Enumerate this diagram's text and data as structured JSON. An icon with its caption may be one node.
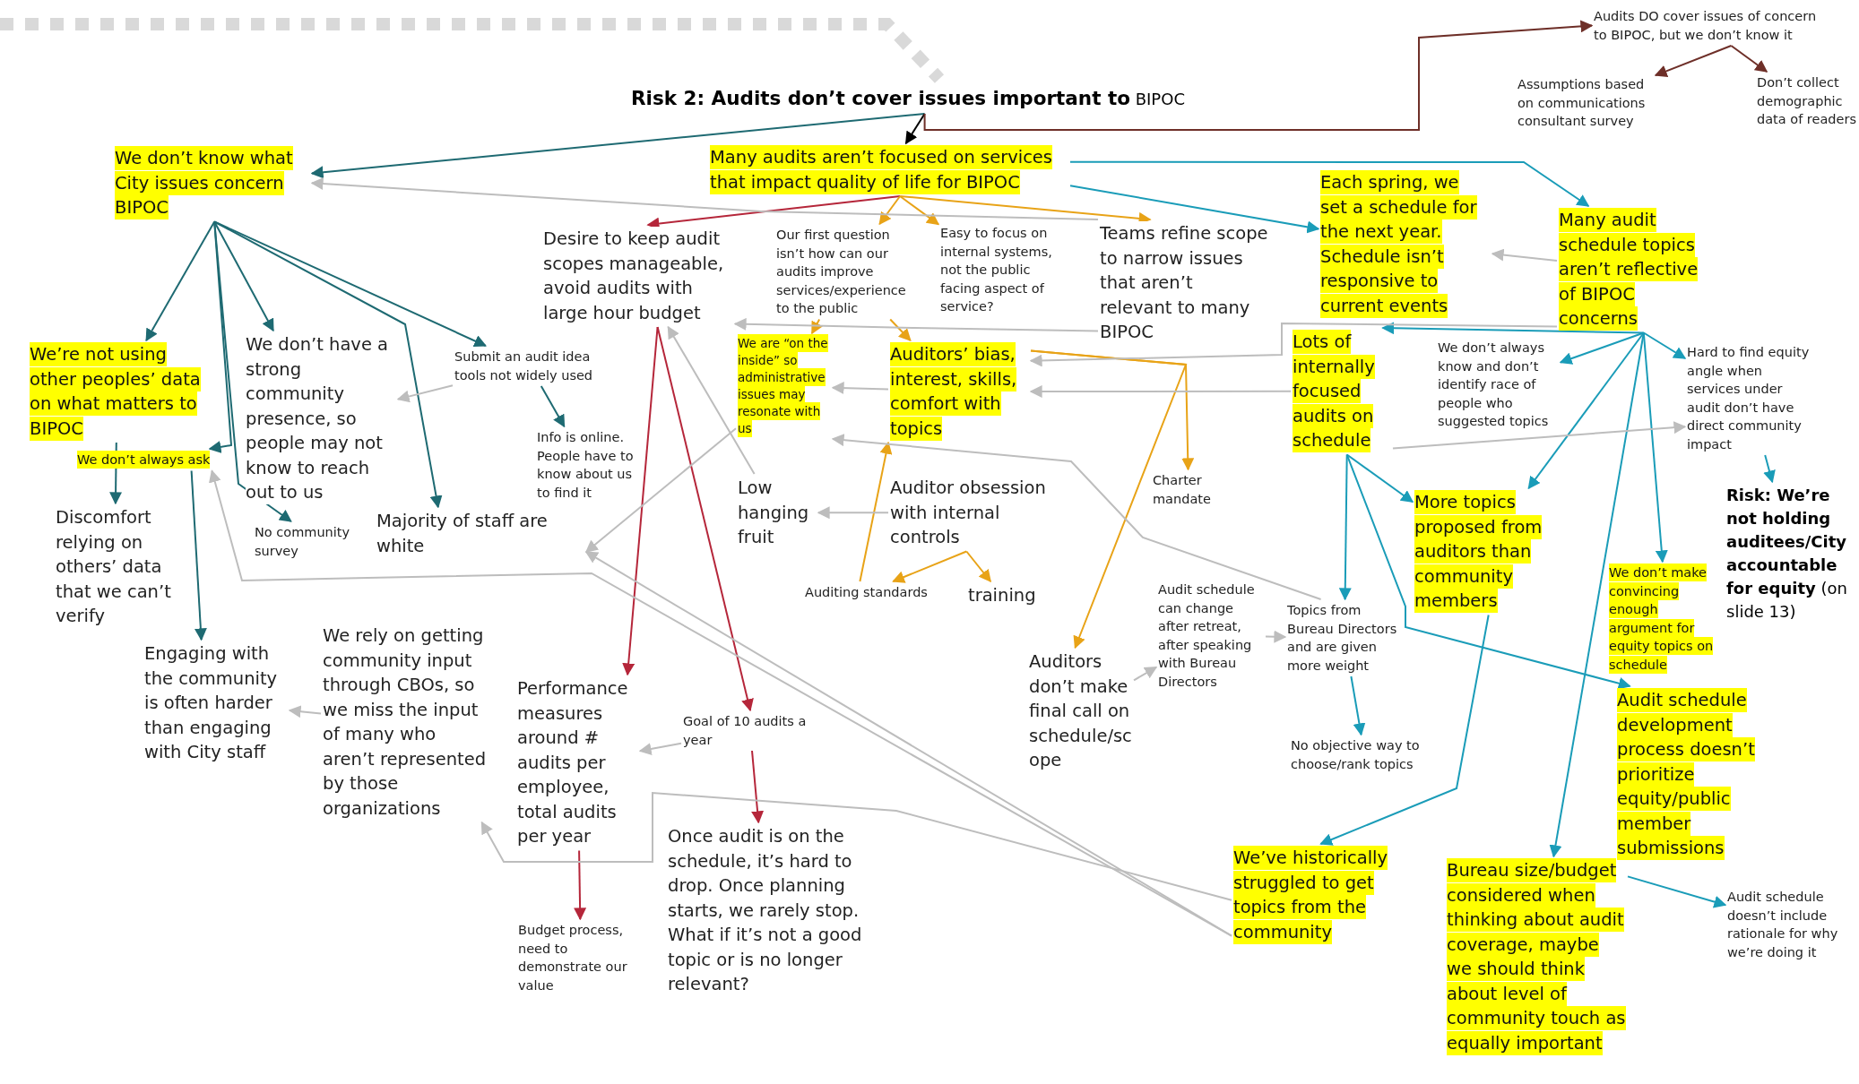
{
  "diagram": {
    "nodes": [
      {
        "text": [
          "**Risk 2: Audits don’t cover issues important to** BIPOC"
        ]
      },
      {
        "text": [
          "We don’t know what City issues concern BIPOC"
        ]
      },
      {
        "text": [
          "Many audits aren’t focused on services that impact quality of life for BIPOC"
        ]
      },
      {
        "text": [
          "Audits DO cover issues of concern to BIPOC, but we don’t know it"
        ]
      },
      {
        "text": [
          "Assumptions based on communications consultant survey"
        ]
      },
      {
        "text": [
          "Don’t collect demographic data of readers"
        ]
      },
      {
        "text": [
          "Each spring, we set a schedule for the next year. Schedule isn’t responsive to current events"
        ]
      },
      {
        "text": [
          "Many audit schedule topics aren’t reflective of BIPOC concerns"
        ]
      },
      {
        "text": [
          "Desire to keep audit scopes manageable, avoid audits with large hour budget"
        ]
      },
      {
        "text": [
          "Our first question isn’t how can our audits improve services/experience to the public"
        ]
      },
      {
        "text": [
          "Easy to focus on internal systems, not the public facing aspect of service?"
        ]
      },
      {
        "text": [
          "Teams refine scope to narrow issues that aren’t relevant to many BIPOC"
        ]
      },
      {
        "text": [
          "We’re not using other peoples’ data on what matters to BIPOC"
        ]
      },
      {
        "text": [
          "We don’t have a strong community presence, so people may not know to reach out to us"
        ]
      },
      {
        "text": [
          "Submit an audit idea tools not widely used"
        ]
      },
      {
        "text": [
          "We are “on the inside” so administrative issues may resonate with us"
        ]
      },
      {
        "text": [
          "Auditors’ bias, interest, skills, comfort with topics"
        ]
      },
      {
        "text": [
          "Lots of internally focused audits on schedule"
        ]
      },
      {
        "text": [
          "We don’t always know and don’t identify race of people who suggested topics"
        ]
      },
      {
        "text": [
          "Hard to find equity angle when services under audit don’t have direct community impact"
        ]
      },
      {
        "text": [
          "We don’t always ask"
        ]
      },
      {
        "text": [
          "Info is online. People have to know about us to find it"
        ]
      },
      {
        "text": [
          "Low hanging fruit"
        ]
      },
      {
        "text": [
          "Auditor obsession with internal controls"
        ]
      },
      {
        "text": [
          "Charter mandate"
        ]
      },
      {
        "text": [
          "**Risk: We’re not holding auditees/City accountable for equity** (on slide 13)"
        ]
      },
      {
        "text": [
          "Discomfort relying on others’ data that we can’t verify"
        ]
      },
      {
        "text": [
          "No community survey"
        ]
      },
      {
        "text": [
          "Majority of staff are white"
        ]
      },
      {
        "text": [
          "Auditing standards"
        ]
      },
      {
        "text": [
          "training"
        ]
      },
      {
        "text": [
          "More topics proposed from auditors than community members"
        ]
      },
      {
        "text": [
          "We don’t make convincing enough argument for equity topics on schedule"
        ]
      },
      {
        "text": [
          "Audit schedule can change after retreat, after speaking with Bureau Directors"
        ]
      },
      {
        "text": [
          "Topics from Bureau Directors and are given more weight"
        ]
      },
      {
        "text": [
          "Engaging with the community is often harder than engaging with City staff"
        ]
      },
      {
        "text": [
          "We rely on getting community input through CBOs, so we miss the input of many who aren’t represented by those organizations"
        ]
      },
      {
        "text": [
          "Performance measures around # audits per employee, total audits per year"
        ]
      },
      {
        "text": [
          "Goal of 10 audits a year"
        ]
      },
      {
        "text": [
          "Auditors don’t make final call on schedule/scope"
        ]
      },
      {
        "text": [
          "No objective way to choose/rank topics"
        ]
      },
      {
        "text": [
          "Audit schedule development process doesn’t prioritize equity/public member submissions"
        ]
      },
      {
        "text": [
          "We’ve historically struggled to get topics from the community"
        ]
      },
      {
        "text": [
          "Bureau size/budget considered when thinking about audit coverage, maybe we should think about level of community touch as equally important"
        ]
      },
      {
        "text": [
          "Audit schedule doesn’t include rationale for why we’re doing it"
        ]
      },
      {
        "text": [
          "Budget process, need to demonstrate our value"
        ]
      },
      {
        "text": [
          "Once audit is on the schedule, it’s hard to drop. Once planning starts, we rarely stop. What if it’s not a good topic or is no longer relevant?"
        ]
      }
    ],
    "edges": [
      {
        "from": 0,
        "to": 1,
        "arrow": "to",
        "color": "#1e6a72"
      },
      {
        "from": 1,
        "to": 12,
        "arrow": "to",
        "color": "#1e6a72"
      },
      {
        "from": 1,
        "to": 20,
        "arrow": "to",
        "color": "#1e6a72"
      },
      {
        "from": 1,
        "to": 13,
        "arrow": "to",
        "color": "#1e6a72"
      },
      {
        "from": 1,
        "to": 27,
        "arrow": "to",
        "color": "#1e6a72"
      },
      {
        "from": 1,
        "to": 28,
        "arrow": "to",
        "color": "#1e6a72"
      },
      {
        "from": 1,
        "to": 14,
        "arrow": "to",
        "color": "#1e6a72"
      },
      {
        "from": 14,
        "to": 21,
        "arrow": "to",
        "color": "#1e6a72"
      },
      {
        "from": 12,
        "to": 26,
        "arrow": "to",
        "color": "#1e6a72"
      },
      {
        "from": 20,
        "to": 35,
        "arrow": "to",
        "color": "#1e6a72"
      },
      {
        "from": 0,
        "to": 2,
        "arrow": "to",
        "color": "#000000"
      },
      {
        "from": 0,
        "to": 3,
        "arrow": "to",
        "color": "#6e2f28"
      },
      {
        "from": 3,
        "to": 4,
        "arrow": "to",
        "color": "#6e2f28"
      },
      {
        "from": 3,
        "to": 5,
        "arrow": "to",
        "color": "#6e2f28"
      },
      {
        "from": 2,
        "to": 8,
        "arrow": "to",
        "color": "#b5263a"
      },
      {
        "from": 8,
        "to": 37,
        "arrow": "to",
        "color": "#b5263a"
      },
      {
        "from": 8,
        "to": 38,
        "arrow": "to",
        "color": "#b5263a"
      },
      {
        "from": 38,
        "to": 46,
        "arrow": "to",
        "color": "#b5263a"
      },
      {
        "from": 37,
        "to": 45,
        "arrow": "to",
        "color": "#b5263a"
      },
      {
        "from": 2,
        "to": 9,
        "arrow": "to",
        "color": "#e8a317"
      },
      {
        "from": 2,
        "to": 10,
        "arrow": "to",
        "color": "#e8a317"
      },
      {
        "from": 2,
        "to": 11,
        "arrow": "to",
        "color": "#e8a317"
      },
      {
        "from": 9,
        "to": 15,
        "arrow": "to",
        "color": "#e8a317"
      },
      {
        "from": 9,
        "to": 16,
        "arrow": "to",
        "color": "#e8a317"
      },
      {
        "from": 16,
        "to": 24,
        "arrow": "to",
        "color": "#e8a317"
      },
      {
        "from": 16,
        "to": 39,
        "arrow": "to",
        "color": "#e8a317"
      },
      {
        "from": 23,
        "to": 29,
        "arrow": "to",
        "color": "#e8a317"
      },
      {
        "from": 23,
        "to": 30,
        "arrow": "to",
        "color": "#e8a317"
      },
      {
        "from": 29,
        "to": 16,
        "arrow": "to",
        "color": "#e8a317"
      },
      {
        "from": 2,
        "to": 6,
        "arrow": "to",
        "color": "#1a9cb8"
      },
      {
        "from": 2,
        "to": 7,
        "arrow": "to",
        "color": "#1a9cb8"
      },
      {
        "from": 7,
        "to": 17,
        "arrow": "to",
        "color": "#1a9cb8"
      },
      {
        "from": 7,
        "to": 18,
        "arrow": "to",
        "color": "#1a9cb8"
      },
      {
        "from": 7,
        "to": 19,
        "arrow": "to",
        "color": "#1a9cb8"
      },
      {
        "from": 7,
        "to": 31,
        "arrow": "to",
        "color": "#1a9cb8"
      },
      {
        "from": 7,
        "to": 43,
        "arrow": "to",
        "color": "#1a9cb8"
      },
      {
        "from": 7,
        "to": 32,
        "arrow": "to",
        "color": "#1a9cb8"
      },
      {
        "from": 19,
        "to": 25,
        "arrow": "to",
        "color": "#1a9cb8"
      },
      {
        "from": 17,
        "to": 34,
        "arrow": "to",
        "color": "#1a9cb8"
      },
      {
        "from": 17,
        "to": 31,
        "arrow": "to",
        "color": "#1a9cb8"
      },
      {
        "from": 17,
        "to": 41,
        "arrow": "to",
        "color": "#1a9cb8"
      },
      {
        "from": 34,
        "to": 40,
        "arrow": "to",
        "color": "#1a9cb8"
      },
      {
        "from": 31,
        "to": 42,
        "arrow": "to",
        "color": "#1a9cb8"
      },
      {
        "from": 43,
        "to": 44,
        "arrow": "to",
        "color": "#1a9cb8"
      },
      {
        "from": 11,
        "to": 8,
        "arrow": "to"
      },
      {
        "from": 11,
        "to": 1,
        "arrow": "to"
      },
      {
        "from": 7,
        "to": 6,
        "arrow": "to"
      },
      {
        "from": 7,
        "to": 16,
        "arrow": "to"
      },
      {
        "from": 17,
        "to": 16,
        "arrow": "to"
      },
      {
        "from": 17,
        "to": 19,
        "arrow": "to"
      },
      {
        "from": 16,
        "to": 15,
        "arrow": "to"
      },
      {
        "from": 15,
        "to": 28,
        "arrow": "to"
      },
      {
        "from": 42,
        "to": 28,
        "arrow": "to"
      },
      {
        "from": 42,
        "to": 20,
        "arrow": "to"
      },
      {
        "from": 42,
        "to": 36,
        "arrow": "to"
      },
      {
        "from": 22,
        "to": 8,
        "arrow": "to"
      },
      {
        "from": 23,
        "to": 22,
        "arrow": "to"
      },
      {
        "from": 34,
        "to": 15,
        "arrow": "to"
      },
      {
        "from": 33,
        "to": 34,
        "arrow": "to"
      },
      {
        "from": 39,
        "to": 33,
        "arrow": "to"
      },
      {
        "from": 38,
        "to": 37,
        "arrow": "to"
      },
      {
        "from": 36,
        "to": 35,
        "arrow": "to"
      },
      {
        "from": 14,
        "to": 13,
        "arrow": "to"
      }
    ]
  }
}
